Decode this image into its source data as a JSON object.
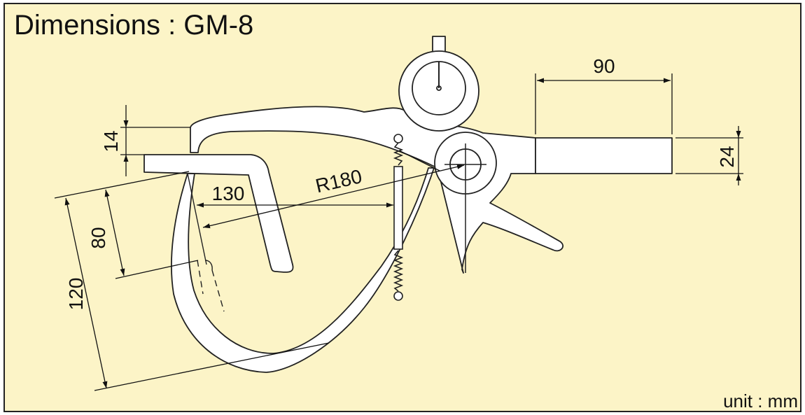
{
  "title": "Dimensions : GM-8",
  "unit": "unit : mm",
  "dimensions": {
    "d90": "90",
    "d24": "24",
    "d14": "14",
    "d130": "130",
    "r180": "R180",
    "d80": "80",
    "d120": "120"
  }
}
